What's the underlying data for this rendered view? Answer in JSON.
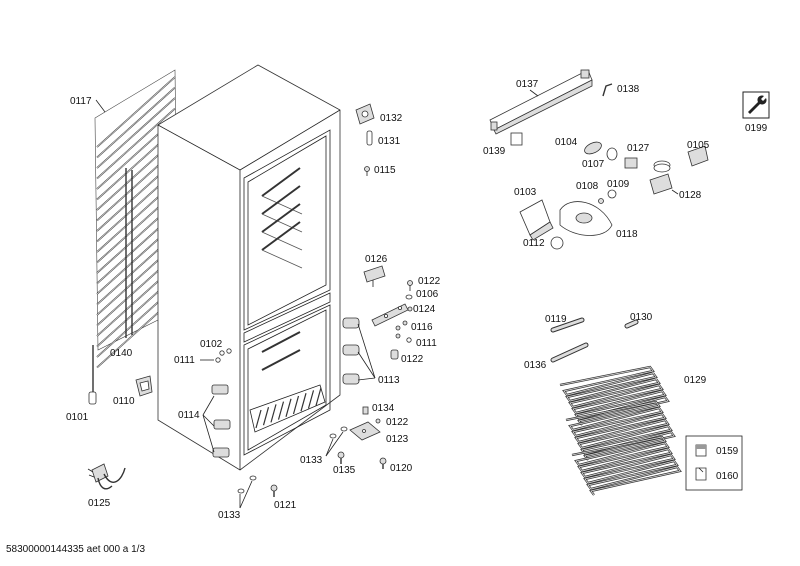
{
  "labels": {
    "l0117": "0117",
    "l0140": "0140",
    "l0101": "0101",
    "l0110": "0110",
    "l0102": "0102",
    "l0111a": "0111",
    "l0114": "0114",
    "l0125": "0125",
    "l0133a": "0133",
    "l0121": "0121",
    "l0133b": "0133",
    "l0135": "0135",
    "l0120": "0120",
    "l0132": "0132",
    "l0131": "0131",
    "l0115": "0115",
    "l0126": "0126",
    "l0122a": "0122",
    "l0106": "0106",
    "l0124": "0124",
    "l0116": "0116",
    "l0111b": "0111",
    "l0122b": "0122",
    "l0113": "0113",
    "l0134": "0134",
    "l0122c": "0122",
    "l0123": "0123",
    "l0137": "0137",
    "l0138": "0138",
    "l0139": "0139",
    "l0104": "0104",
    "l0127": "0127",
    "l0105": "0105",
    "l0107": "0107",
    "l0103": "0103",
    "l0108": "0108",
    "l0109": "0109",
    "l0128": "0128",
    "l0112": "0112",
    "l0118": "0118",
    "l0199": "0199",
    "l0119": "0119",
    "l0130": "0130",
    "l0136": "0136",
    "l0129": "0129",
    "l0159": "0159",
    "l0160": "0160"
  },
  "footer": "58300000144335 aet 000 a 1/3",
  "icons": {
    "service": "wrench-icon"
  }
}
